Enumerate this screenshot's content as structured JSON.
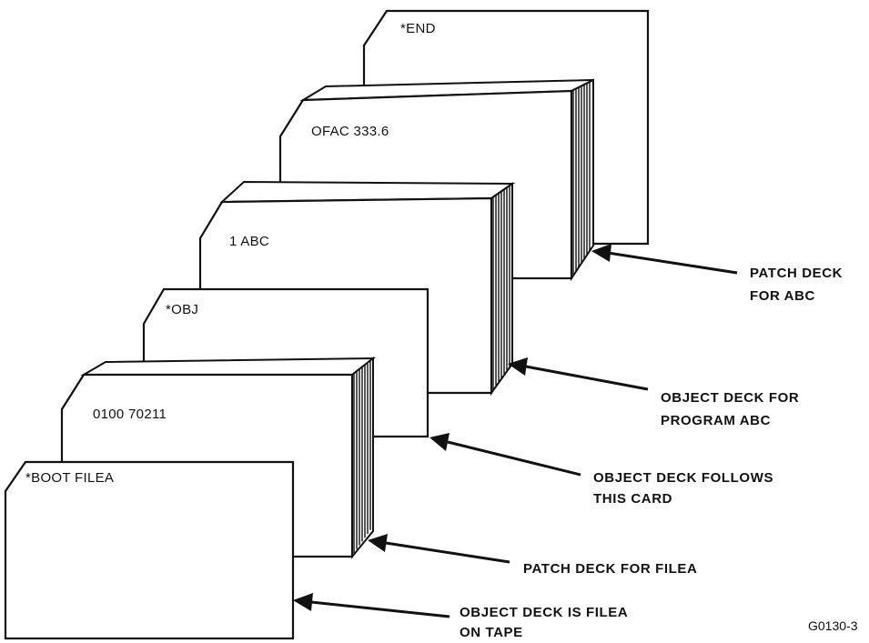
{
  "cards": [
    {
      "id": "end-card",
      "text": "*END"
    },
    {
      "id": "patch-abc-deck",
      "text": "OFAC 333.6"
    },
    {
      "id": "object-abc-deck",
      "text": "1 ABC"
    },
    {
      "id": "obj-card",
      "text": "*OBJ"
    },
    {
      "id": "patch-filea-deck",
      "text": "0100 70211"
    },
    {
      "id": "boot-card",
      "text": "*BOOT FILEA"
    }
  ],
  "labels": {
    "patch_abc": [
      "PATCH DECK",
      "FOR ABC"
    ],
    "object_abc": [
      "OBJECT DECK FOR",
      "PROGRAM ABC"
    ],
    "object_follows": [
      "OBJECT DECK FOLLOWS",
      "THIS CARD"
    ],
    "patch_filea": [
      "PATCH DECK FOR FILEA"
    ],
    "object_filea": [
      "OBJECT DECK IS FILEA",
      "ON TAPE"
    ]
  },
  "figure_id": "G0130-3"
}
